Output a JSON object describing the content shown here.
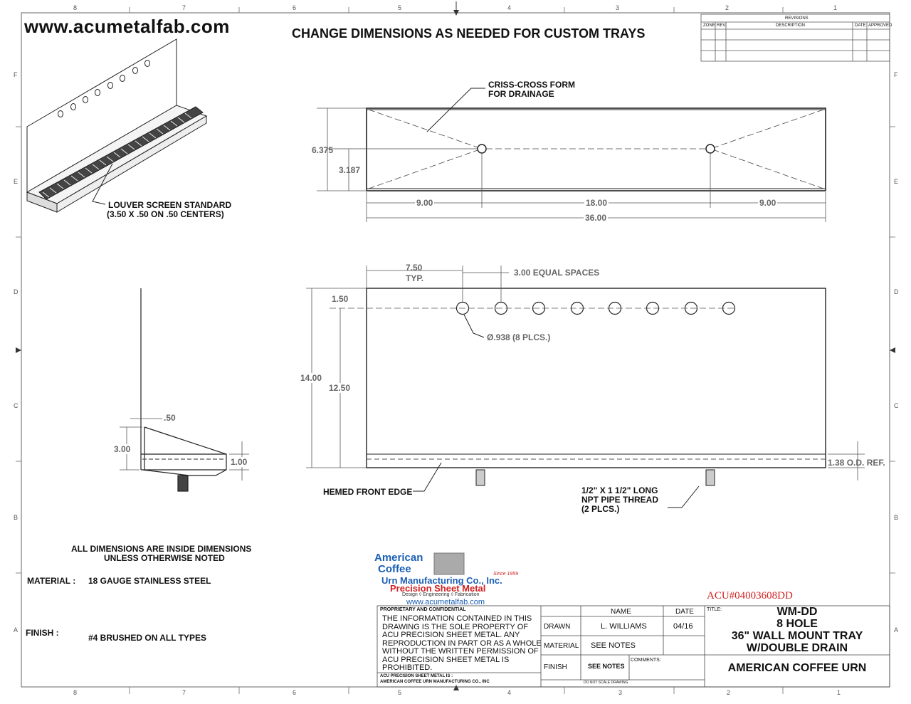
{
  "header": {
    "website": "www.acumetalfab.com",
    "headline": "CHANGE DIMENSIONS AS NEEDED FOR CUSTOM TRAYS"
  },
  "border_grid": {
    "columns": [
      "8",
      "7",
      "6",
      "5",
      "4",
      "3",
      "2",
      "1"
    ],
    "rows": [
      "F",
      "E",
      "D",
      "C",
      "B",
      "A"
    ]
  },
  "revisions": {
    "title": "REVISIONS",
    "headers": [
      "ZONE",
      "REV.",
      "DESCRIPTION",
      "DATE",
      "APPROVED"
    ]
  },
  "top_view": {
    "callout": [
      "CRISS-CROSS FORM",
      "FOR DRAINAGE"
    ],
    "dims": {
      "height": "6.375",
      "half_height": "3.187",
      "left": "9.00",
      "middle": "18.00",
      "right": "9.00",
      "overall": "36.00"
    }
  },
  "front_view": {
    "dims": {
      "first_hole": "7.50",
      "first_hole_note": "TYP.",
      "spacing": "3.00 EQUAL SPACES",
      "hole_height": "1.50",
      "overall_height": "14.00",
      "upper_height": "12.50",
      "hole_callout": "Ø.938 (8 PLCS.)",
      "od_ref": "1.38 O.D. REF."
    },
    "hole_count": 8,
    "hemmed_edge": "HEMED FRONT EDGE",
    "pipe_callout": [
      "1/2\" X 1 1/2\" LONG",
      "NPT PIPE THREAD",
      "(2 PLCS.)"
    ]
  },
  "iso_view": {
    "callout": [
      "LOUVER SCREEN STANDARD",
      "(3.50 X .50 ON .50 CENTERS)"
    ]
  },
  "side_view": {
    "dims": {
      "thickness": ".50",
      "back_height": "3.00",
      "front_height": "1.00"
    }
  },
  "notes": {
    "inside_dims": [
      "ALL DIMENSIONS ARE INSIDE DIMENSIONS",
      "UNLESS OTHERWISE NOTED"
    ],
    "material_label": "MATERIAL :",
    "material_value": "18 GAUGE STAINLESS STEEL",
    "finish_label": "FINISH :",
    "finish_value": "#4 BRUSHED ON ALL TYPES"
  },
  "logo": {
    "line1": "American",
    "line2": "Coffee",
    "line3": "Urn Manufacturing Co., Inc.",
    "since": "Since 1959",
    "psm": "Precision Sheet Metal",
    "tagline": "Design  ◊  Engineering  ◊  Fabrication",
    "url": "www.acumetalfab.com"
  },
  "title_block": {
    "part_number": "ACU#04003608DD",
    "proprietary_title": "PROPRIETARY AND CONFIDENTIAL",
    "proprietary_text": [
      "THE INFORMATION CONTAINED IN THIS",
      "DRAWING IS THE SOLE PROPERTY OF",
      "ACU PRECISION SHEET METAL.  ANY",
      "REPRODUCTION IN PART OR AS A WHOLE",
      "WITHOUT THE WRITTEN PERMISSION OF",
      "ACU PRECISION SHEET METAL IS",
      "PROHIBITED."
    ],
    "footer1": "ACU PRECISION SHEET METAL IS :",
    "footer2": "AMERICAN COFFEE URN MANUFACTURING CO., INC",
    "name_header": "NAME",
    "date_header": "DATE",
    "drawn_label": "DRAWN",
    "drawn_name": "L. WILLIAMS",
    "drawn_date": "04/16",
    "material_label": "MATERIAL",
    "material_value": "SEE NOTES",
    "finish_label": "FINISH",
    "finish_value": "SEE NOTES",
    "comments_label": "COMMENTS:",
    "scale_note": "DO NOT SCALE DRAWING",
    "title_label": "TITLE:",
    "title_lines": [
      "WM-DD",
      "8 HOLE",
      "36\" WALL MOUNT TRAY",
      "W/DOUBLE DRAIN"
    ],
    "company": "AMERICAN COFFEE URN"
  }
}
